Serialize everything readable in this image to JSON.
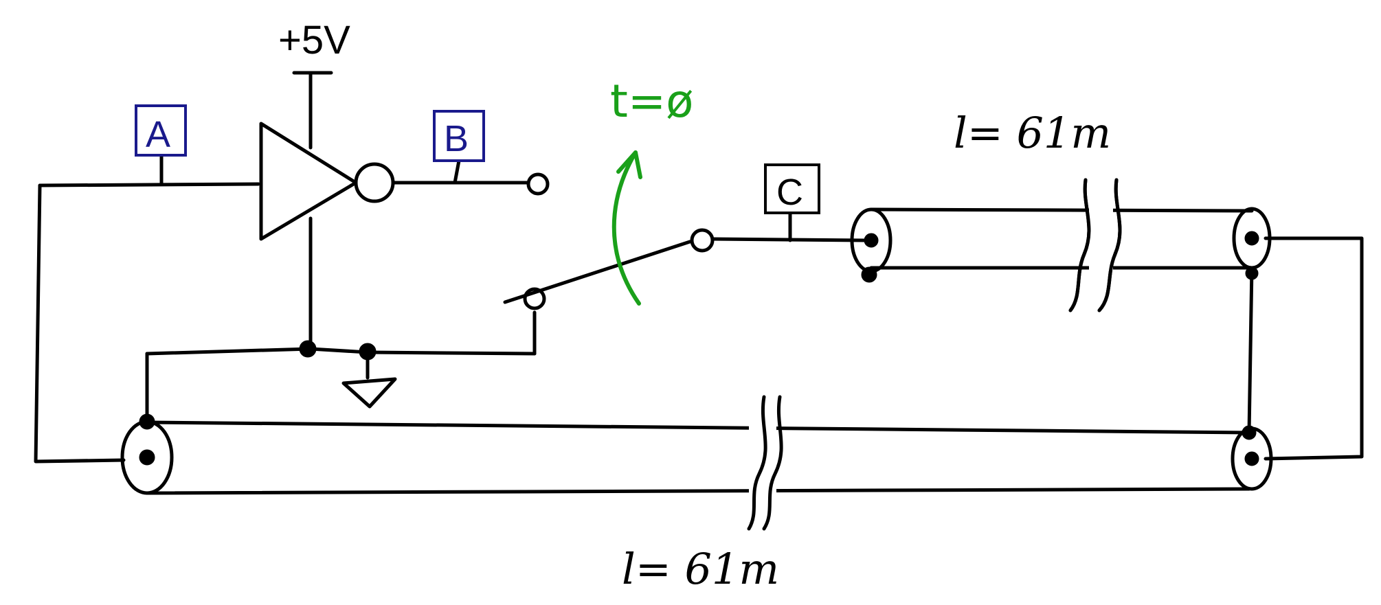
{
  "diagram": {
    "supply_label": "+5V",
    "probe_a": "A",
    "probe_b": "B",
    "probe_c": "C",
    "switch_time_label": "t=ø",
    "upper_line_length": "l= 61m",
    "lower_line_length": "l= 61m"
  },
  "colors": {
    "ink": "#000000",
    "switch_annotation": "#1aa01a",
    "probe_label": "#1a1a8c"
  }
}
